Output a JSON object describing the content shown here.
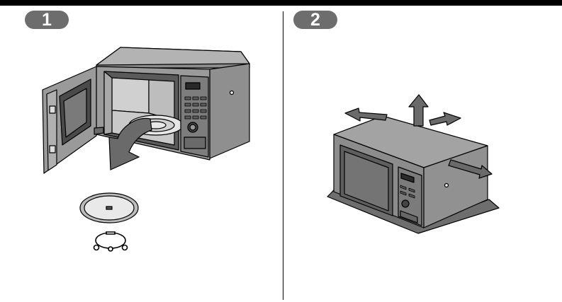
{
  "steps": [
    {
      "number": "1"
    },
    {
      "number": "2"
    }
  ],
  "colors": {
    "body_gray": "#8d8d8d",
    "body_light": "#c4c4c4",
    "body_dark": "#5a5a5a",
    "badge": "#6d6d6d",
    "arrow": "#6a6a6a",
    "shadow": "#7a7a7a"
  },
  "icons": [
    "microwave-open-door-illustration",
    "glass-turntable-tray",
    "roller-ring",
    "microwave-clearance-illustration",
    "clearance-arrow"
  ]
}
